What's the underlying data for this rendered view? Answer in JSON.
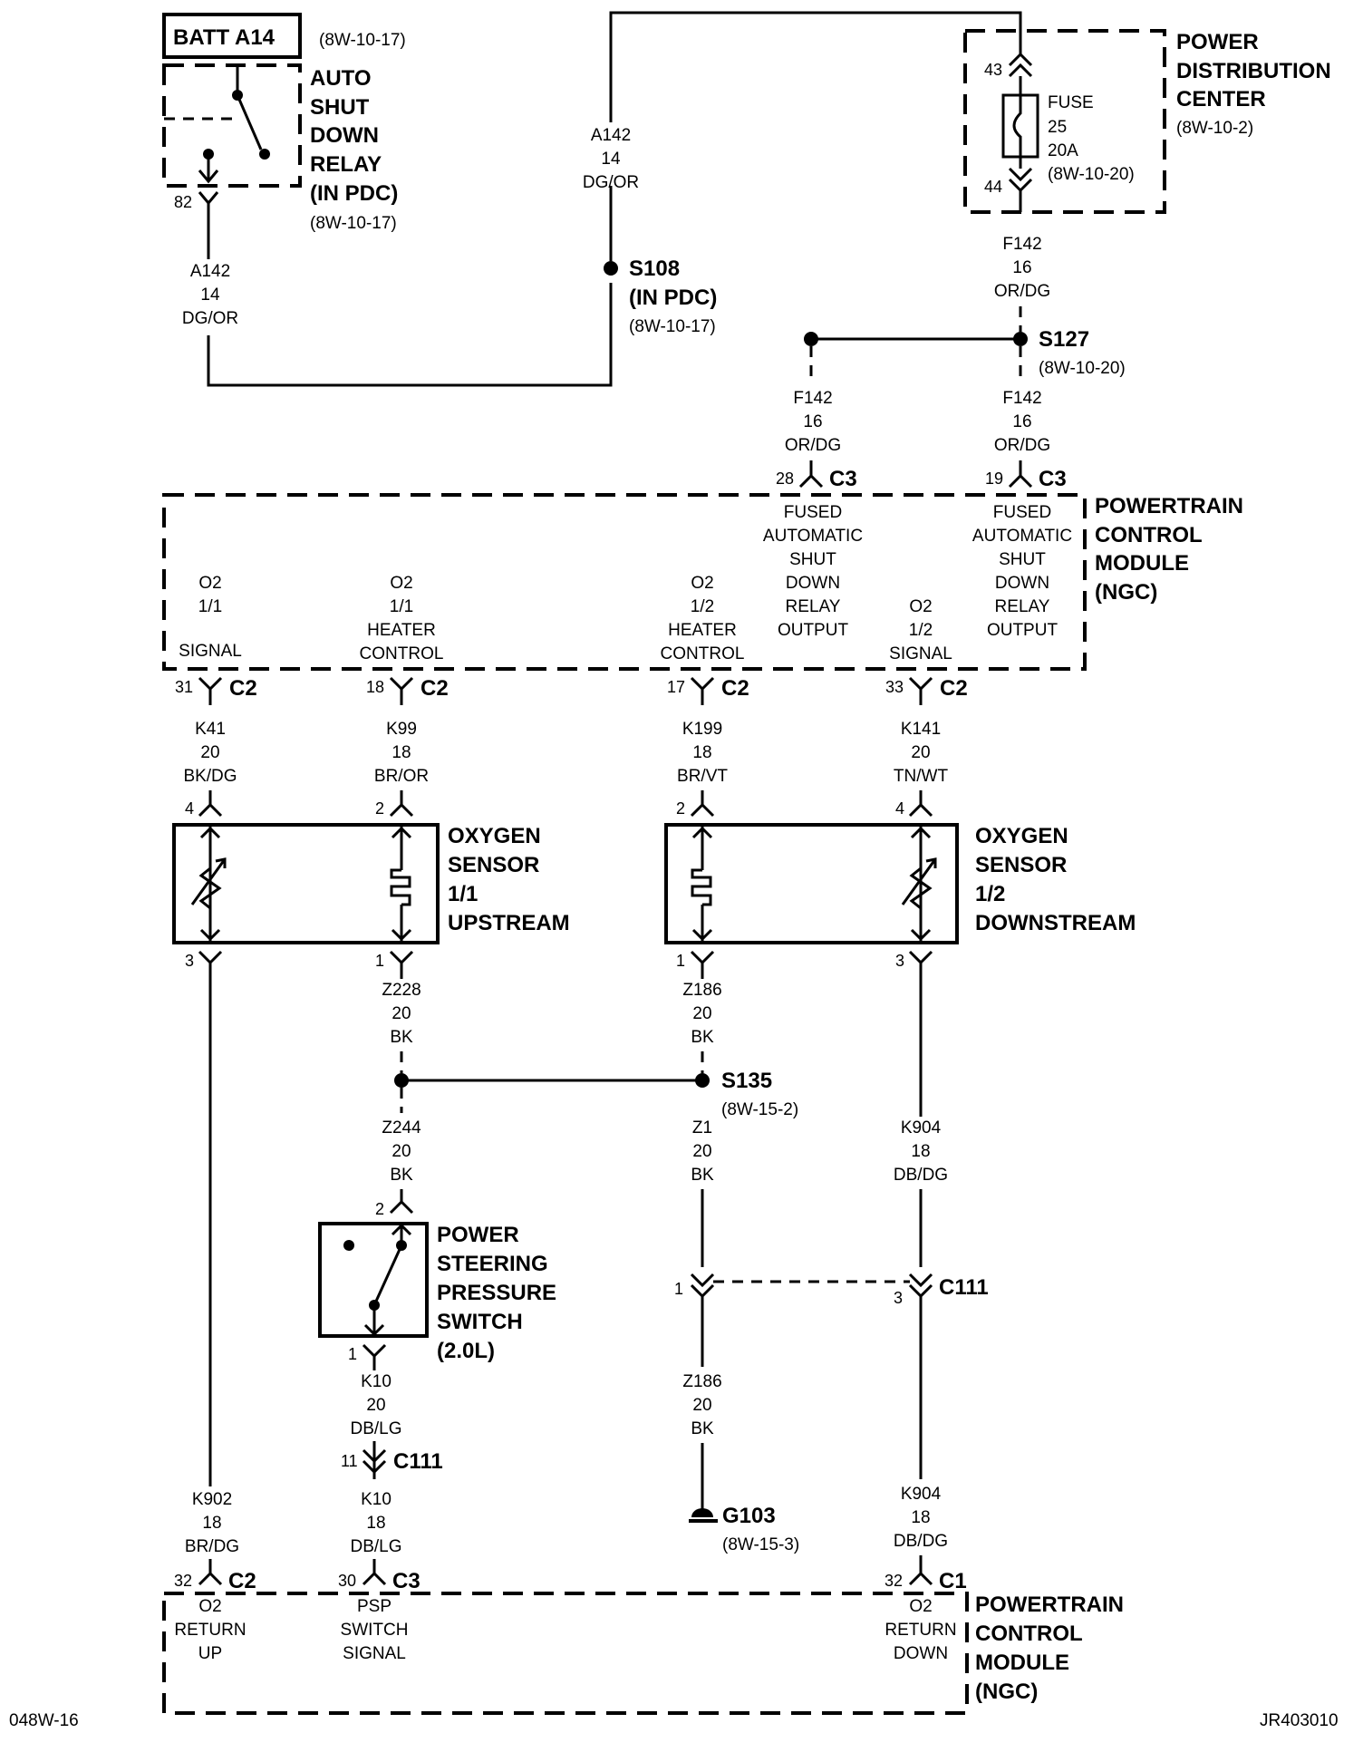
{
  "batt": {
    "label": "BATT A14",
    "ref": "(8W-10-17)"
  },
  "asd_relay": {
    "line1": "AUTO",
    "line2": "SHUT",
    "line3": "DOWN",
    "line4": "RELAY",
    "line5": "(IN PDC)",
    "ref": "(8W-10-17)",
    "pin": "82"
  },
  "pdc": {
    "line1": "POWER",
    "line2": "DISTRIBUTION",
    "line3": "CENTER",
    "ref": "(8W-10-2)",
    "fuse_label": "FUSE",
    "fuse_num": "25",
    "fuse_amp": "20A",
    "fuse_ref": "(8W-10-20)",
    "pin_top": "43",
    "pin_bottom": "44"
  },
  "wires": {
    "a142_left": {
      "circuit": "A142",
      "gauge": "14",
      "color": "DG/OR"
    },
    "a142_mid": {
      "circuit": "A142",
      "gauge": "14",
      "color": "DG/OR"
    },
    "f142_top": {
      "circuit": "F142",
      "gauge": "16",
      "color": "OR/DG"
    },
    "f142_left": {
      "circuit": "F142",
      "gauge": "16",
      "color": "OR/DG"
    },
    "f142_right": {
      "circuit": "F142",
      "gauge": "16",
      "color": "OR/DG"
    },
    "k41": {
      "circuit": "K41",
      "gauge": "20",
      "color": "BK/DG"
    },
    "k99": {
      "circuit": "K99",
      "gauge": "18",
      "color": "BR/OR"
    },
    "k199": {
      "circuit": "K199",
      "gauge": "18",
      "color": "BR/VT"
    },
    "k141": {
      "circuit": "K141",
      "gauge": "20",
      "color": "TN/WT"
    },
    "z228": {
      "circuit": "Z228",
      "gauge": "20",
      "color": "BK"
    },
    "z186_top": {
      "circuit": "Z186",
      "gauge": "20",
      "color": "BK"
    },
    "z244": {
      "circuit": "Z244",
      "gauge": "20",
      "color": "BK"
    },
    "z1": {
      "circuit": "Z1",
      "gauge": "20",
      "color": "BK"
    },
    "k904_top": {
      "circuit": "K904",
      "gauge": "18",
      "color": "DB/DG"
    },
    "k10_top": {
      "circuit": "K10",
      "gauge": "20",
      "color": "DB/LG"
    },
    "k10_bottom": {
      "circuit": "K10",
      "gauge": "18",
      "color": "DB/LG"
    },
    "z186_bottom": {
      "circuit": "Z186",
      "gauge": "20",
      "color": "BK"
    },
    "k902": {
      "circuit": "K902",
      "gauge": "18",
      "color": "BR/DG"
    },
    "k904_bottom": {
      "circuit": "K904",
      "gauge": "18",
      "color": "DB/DG"
    }
  },
  "splices": {
    "s108": {
      "name": "S108",
      "sub": "(IN PDC)",
      "ref": "(8W-10-17)"
    },
    "s127": {
      "name": "S127",
      "ref": "(8W-10-20)"
    },
    "s135": {
      "name": "S135",
      "ref": "(8W-15-2)"
    }
  },
  "pcm_top": {
    "line1": "POWERTRAIN",
    "line2": "CONTROL",
    "line3": "MODULE",
    "line4": "(NGC)",
    "c3_left": {
      "pin": "28",
      "conn": "C3"
    },
    "c3_right": {
      "pin": "19",
      "conn": "C3"
    },
    "fused_left": [
      "FUSED",
      "AUTOMATIC",
      "SHUT",
      "DOWN",
      "RELAY",
      "OUTPUT"
    ],
    "fused_right": [
      "FUSED",
      "AUTOMATIC",
      "SHUT",
      "DOWN",
      "RELAY",
      "OUTPUT"
    ],
    "o2_11_signal": [
      "O2",
      "1/1",
      "SIGNAL"
    ],
    "o2_11_heater": [
      "O2",
      "1/1",
      "HEATER",
      "CONTROL"
    ],
    "o2_12_heater": [
      "O2",
      "1/2",
      "HEATER",
      "CONTROL"
    ],
    "o2_12_signal": [
      "O2",
      "1/2",
      "SIGNAL"
    ],
    "c2_pins": [
      {
        "pin": "31",
        "conn": "C2"
      },
      {
        "pin": "18",
        "conn": "C2"
      },
      {
        "pin": "17",
        "conn": "C2"
      },
      {
        "pin": "33",
        "conn": "C2"
      }
    ]
  },
  "sensor_up": {
    "line1": "OXYGEN",
    "line2": "SENSOR",
    "line3": "1/1",
    "line4": "UPSTREAM",
    "pin_tl": "4",
    "pin_tr": "2",
    "pin_bl": "3",
    "pin_br": "1"
  },
  "sensor_down": {
    "line1": "OXYGEN",
    "line2": "SENSOR",
    "line3": "1/2",
    "line4": "DOWNSTREAM",
    "pin_tl": "2",
    "pin_tr": "4",
    "pin_bl": "1",
    "pin_br": "3"
  },
  "psp_switch": {
    "line1": "POWER",
    "line2": "STEERING",
    "line3": "PRESSURE",
    "line4": "SWITCH",
    "line5": "(2.0L)",
    "pin_top": "2",
    "pin_bottom": "1"
  },
  "c111": {
    "name": "C111",
    "pin_left": "1",
    "pin_right": "3",
    "pin_k10": "11"
  },
  "ground": {
    "name": "G103",
    "ref": "(8W-15-3)"
  },
  "pcm_bottom": {
    "line1": "POWERTRAIN",
    "line2": "CONTROL",
    "line3": "MODULE",
    "line4": "(NGC)",
    "c2": {
      "pin": "32",
      "conn": "C2"
    },
    "c3": {
      "pin": "30",
      "conn": "C3"
    },
    "c1": {
      "pin": "32",
      "conn": "C1"
    },
    "o2_return_up": [
      "O2",
      "RETURN",
      "UP"
    ],
    "psp_signal": [
      "PSP",
      "SWITCH",
      "SIGNAL"
    ],
    "o2_return_down": [
      "O2",
      "RETURN",
      "DOWN"
    ]
  },
  "footer": {
    "left": "048W-16",
    "right": "JR403010"
  }
}
